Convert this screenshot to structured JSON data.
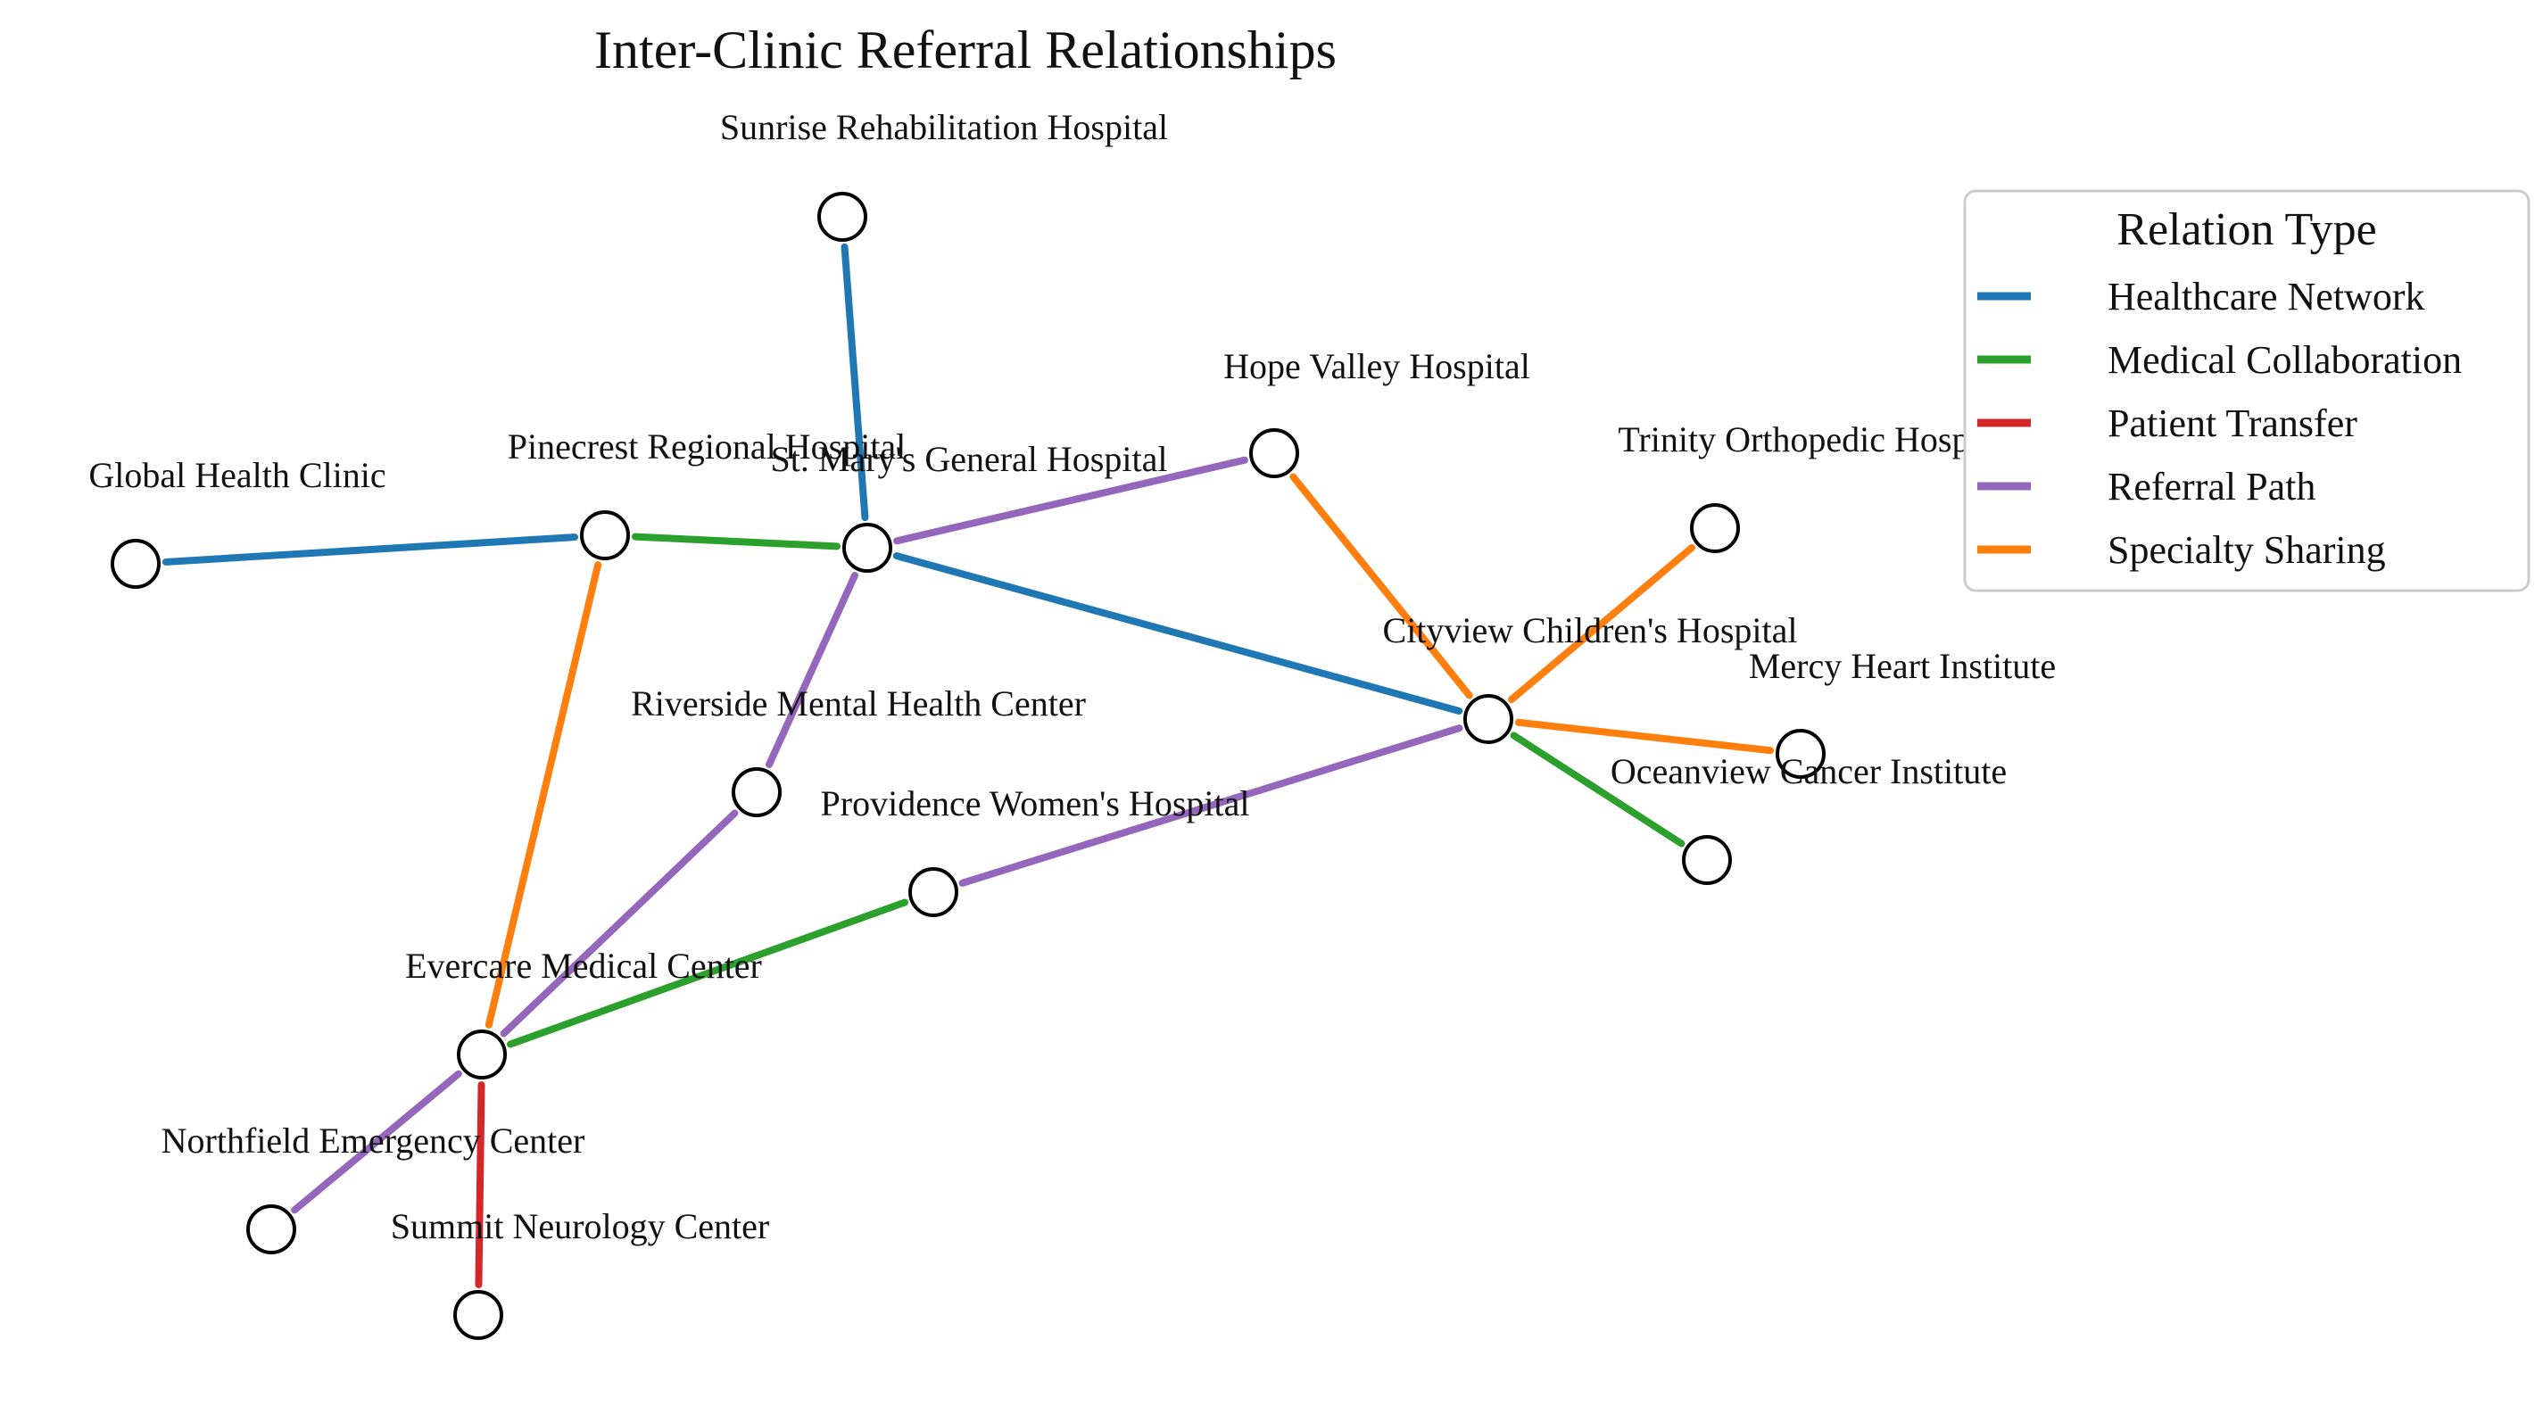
{
  "title": "Inter-Clinic Referral Relationships",
  "legend": {
    "title": "Relation Type",
    "items": [
      {
        "key": "healthcare",
        "label": "Healthcare Network",
        "color": "#1f77b4"
      },
      {
        "key": "collab",
        "label": "Medical Collaboration",
        "color": "#2ca02c"
      },
      {
        "key": "transfer",
        "label": "Patient Transfer",
        "color": "#d62728"
      },
      {
        "key": "referral",
        "label": "Referral Path",
        "color": "#9467bd"
      },
      {
        "key": "specialty",
        "label": "Specialty Sharing",
        "color": "#ff7f0e"
      }
    ]
  },
  "nodes": [
    {
      "id": "sunrise",
      "label": "Sunrise Rehabilitation Hospital"
    },
    {
      "id": "hope",
      "label": "Hope Valley Hospital"
    },
    {
      "id": "trinity",
      "label": "Trinity Orthopedic Hospital"
    },
    {
      "id": "global",
      "label": "Global Health Clinic"
    },
    {
      "id": "pinecrest",
      "label": "Pinecrest Regional Hospital"
    },
    {
      "id": "stmarys",
      "label": "St. Mary's General Hospital"
    },
    {
      "id": "cityview",
      "label": "Cityview Children's Hospital"
    },
    {
      "id": "mercy",
      "label": "Mercy Heart Institute"
    },
    {
      "id": "riverside",
      "label": "Riverside Mental Health Center"
    },
    {
      "id": "oceanview",
      "label": "Oceanview Cancer Institute"
    },
    {
      "id": "providence",
      "label": "Providence Women's Hospital"
    },
    {
      "id": "evercare",
      "label": "Evercare Medical Center"
    },
    {
      "id": "northfield",
      "label": "Northfield Emergency Center"
    },
    {
      "id": "summit",
      "label": "Summit Neurology Center"
    }
  ],
  "edges": [
    {
      "source": "sunrise",
      "target": "stmarys",
      "type": "healthcare"
    },
    {
      "source": "global",
      "target": "pinecrest",
      "type": "healthcare"
    },
    {
      "source": "stmarys",
      "target": "cityview",
      "type": "healthcare"
    },
    {
      "source": "pinecrest",
      "target": "stmarys",
      "type": "collab"
    },
    {
      "source": "cityview",
      "target": "oceanview",
      "type": "collab"
    },
    {
      "source": "evercare",
      "target": "providence",
      "type": "collab"
    },
    {
      "source": "evercare",
      "target": "summit",
      "type": "transfer"
    },
    {
      "source": "stmarys",
      "target": "hope",
      "type": "referral"
    },
    {
      "source": "stmarys",
      "target": "riverside",
      "type": "referral"
    },
    {
      "source": "riverside",
      "target": "evercare",
      "type": "referral"
    },
    {
      "source": "providence",
      "target": "cityview",
      "type": "referral"
    },
    {
      "source": "evercare",
      "target": "northfield",
      "type": "referral"
    },
    {
      "source": "hope",
      "target": "cityview",
      "type": "specialty"
    },
    {
      "source": "cityview",
      "target": "trinity",
      "type": "specialty"
    },
    {
      "source": "cityview",
      "target": "mercy",
      "type": "specialty"
    },
    {
      "source": "pinecrest",
      "target": "evercare",
      "type": "specialty"
    }
  ]
}
